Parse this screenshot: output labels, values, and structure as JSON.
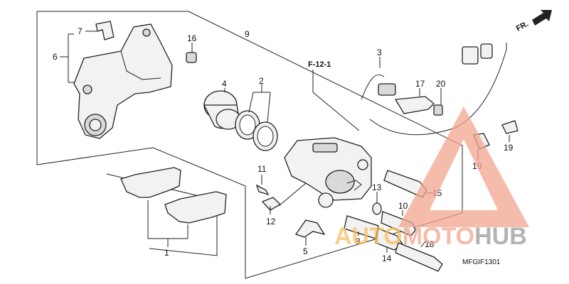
{
  "diagram": {
    "code": "MFGIF1301",
    "section_ref": "F-12-1",
    "direction_label": "FR.",
    "callouts": [
      "1",
      "2",
      "3",
      "4",
      "5",
      "6",
      "7",
      "8",
      "9",
      "10",
      "11",
      "12",
      "13",
      "14",
      "15",
      "16",
      "17",
      "18",
      "19",
      "19",
      "20"
    ]
  },
  "watermark": {
    "part1": "AUTO",
    "part2": "MOTO",
    "part3": "HUB",
    "color_primary": "#f2a58f",
    "color_dark": "#9a9a9a",
    "color_accent": "#f7c060"
  },
  "colors": {
    "line": "#222222",
    "part_fill": "#f2f2f2"
  }
}
